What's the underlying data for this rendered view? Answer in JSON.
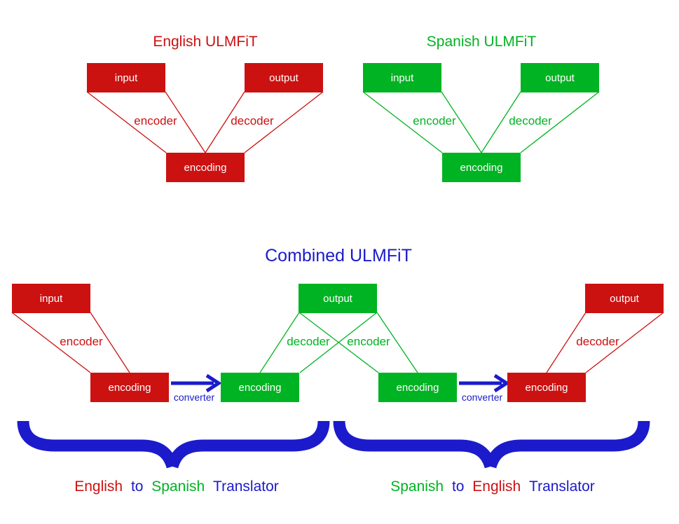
{
  "colors": {
    "red": "#cc1111",
    "green": "#00b322",
    "blue": "#1b1bcb",
    "box_text": "#ffffff",
    "background": "#ffffff"
  },
  "english_ulmfit": {
    "title": "English ULMFiT",
    "input": "input",
    "output": "output",
    "encoding": "encoding",
    "encoder": "encoder",
    "decoder": "decoder"
  },
  "spanish_ulmfit": {
    "title": "Spanish ULMFiT",
    "input": "input",
    "output": "output",
    "encoding": "encoding",
    "encoder": "encoder",
    "decoder": "decoder"
  },
  "combined_ulmfit": {
    "title": "Combined ULMFiT",
    "input": "input",
    "center_output": "output",
    "right_output": "output",
    "encoding_1": "encoding",
    "encoding_2": "encoding",
    "encoding_3": "encoding",
    "encoding_4": "encoding",
    "encoder_left": "encoder",
    "decoder_center": "decoder",
    "encoder_center": "encoder",
    "decoder_right": "decoder",
    "converter_left": "converter",
    "converter_right": "converter"
  },
  "captions": {
    "english_to_spanish": {
      "word1": "English",
      "word2": "to",
      "word3": "Spanish",
      "word4": "Translator"
    },
    "spanish_to_english": {
      "word1": "Spanish",
      "word2": "to",
      "word3": "English",
      "word4": "Translator"
    }
  }
}
